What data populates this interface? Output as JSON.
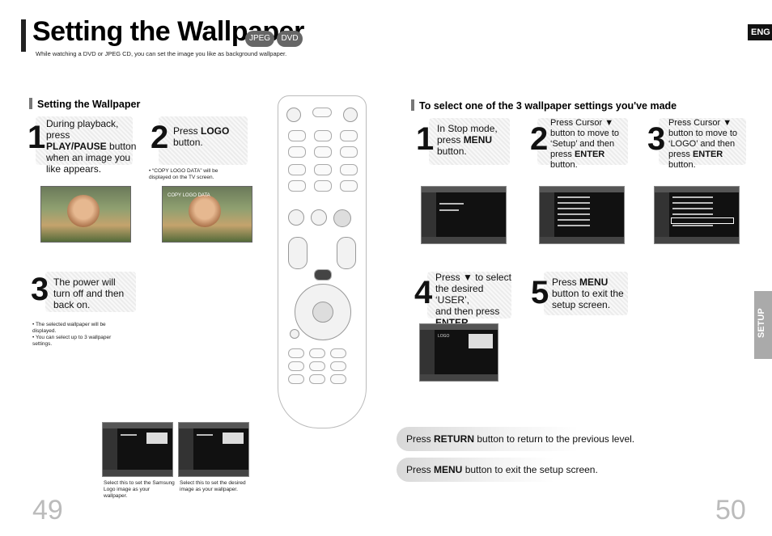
{
  "header": {
    "title": "Setting the Wallpaper",
    "badges": [
      "JPEG",
      "DVD"
    ],
    "subtitle": "While watching a DVD or JPEG CD, you can set the image you like as background wallpaper.",
    "lang_tab": "ENG"
  },
  "left": {
    "section_title": "Setting the Wallpaper",
    "step1": {
      "num": "1",
      "line1": "During playback, press",
      "bold": "PLAY/PAUSE",
      "line2": " button",
      "line3": "when an image you",
      "line4": "like appears."
    },
    "step2": {
      "num": "2",
      "pre": "Press ",
      "bold": "LOGO",
      "line2": "button."
    },
    "step2_note": "• “COPY LOGO DATA” will be displayed on the TV screen.",
    "photo2_label": "COPY LOGO DATA",
    "step3": {
      "num": "3",
      "line1": "The power will",
      "line2": "turn off and then",
      "line3": "back on."
    },
    "step3_notes": [
      "• The selected wallpaper will be displayed.",
      "• You can select up to 3 wallpaper settings."
    ],
    "caption1": "Select this to set the Samsung Logo image as your wallpaper.",
    "caption2": "Select this to set the desired image as your wallpaper.",
    "page_number": "49"
  },
  "right": {
    "section_title": "To select one of the 3 wallpaper settings you've made",
    "step1": {
      "num": "1",
      "line1": "In Stop mode,",
      "pre": "press ",
      "bold": "MENU",
      "line3": "button."
    },
    "step2": {
      "num": "2",
      "line1": "Press Cursor ▼",
      "line2": "button to move to",
      "line3": "‘Setup’ and then",
      "pre": "press ",
      "bold": "ENTER",
      "post": " button."
    },
    "step3": {
      "num": "3",
      "line1": "Press Cursor ▼",
      "line2": "button to move to",
      "line3": "‘LOGO’ and then",
      "pre": "press ",
      "bold": "ENTER",
      "post": " button."
    },
    "step4": {
      "num": "4",
      "line1": "Press ▼ to select",
      "line2": "the desired ‘USER’,",
      "line3": "and then press",
      "bold": "ENTER",
      "post": "."
    },
    "step5": {
      "num": "5",
      "pre": "Press ",
      "bold": "MENU",
      "line2": "button to exit the",
      "line3": "setup screen."
    },
    "tip1": {
      "pre": "Press ",
      "bold": "RETURN",
      "post": " button to return to the previous level."
    },
    "tip2": {
      "pre": "Press ",
      "bold": "MENU",
      "post": " button to exit the setup screen."
    },
    "side_tab": "SETUP",
    "page_number": "50"
  },
  "screen_labels": {
    "return": "RETURN",
    "logo": "LOGO",
    "menu": "MENU",
    "enter": "ENTER"
  }
}
